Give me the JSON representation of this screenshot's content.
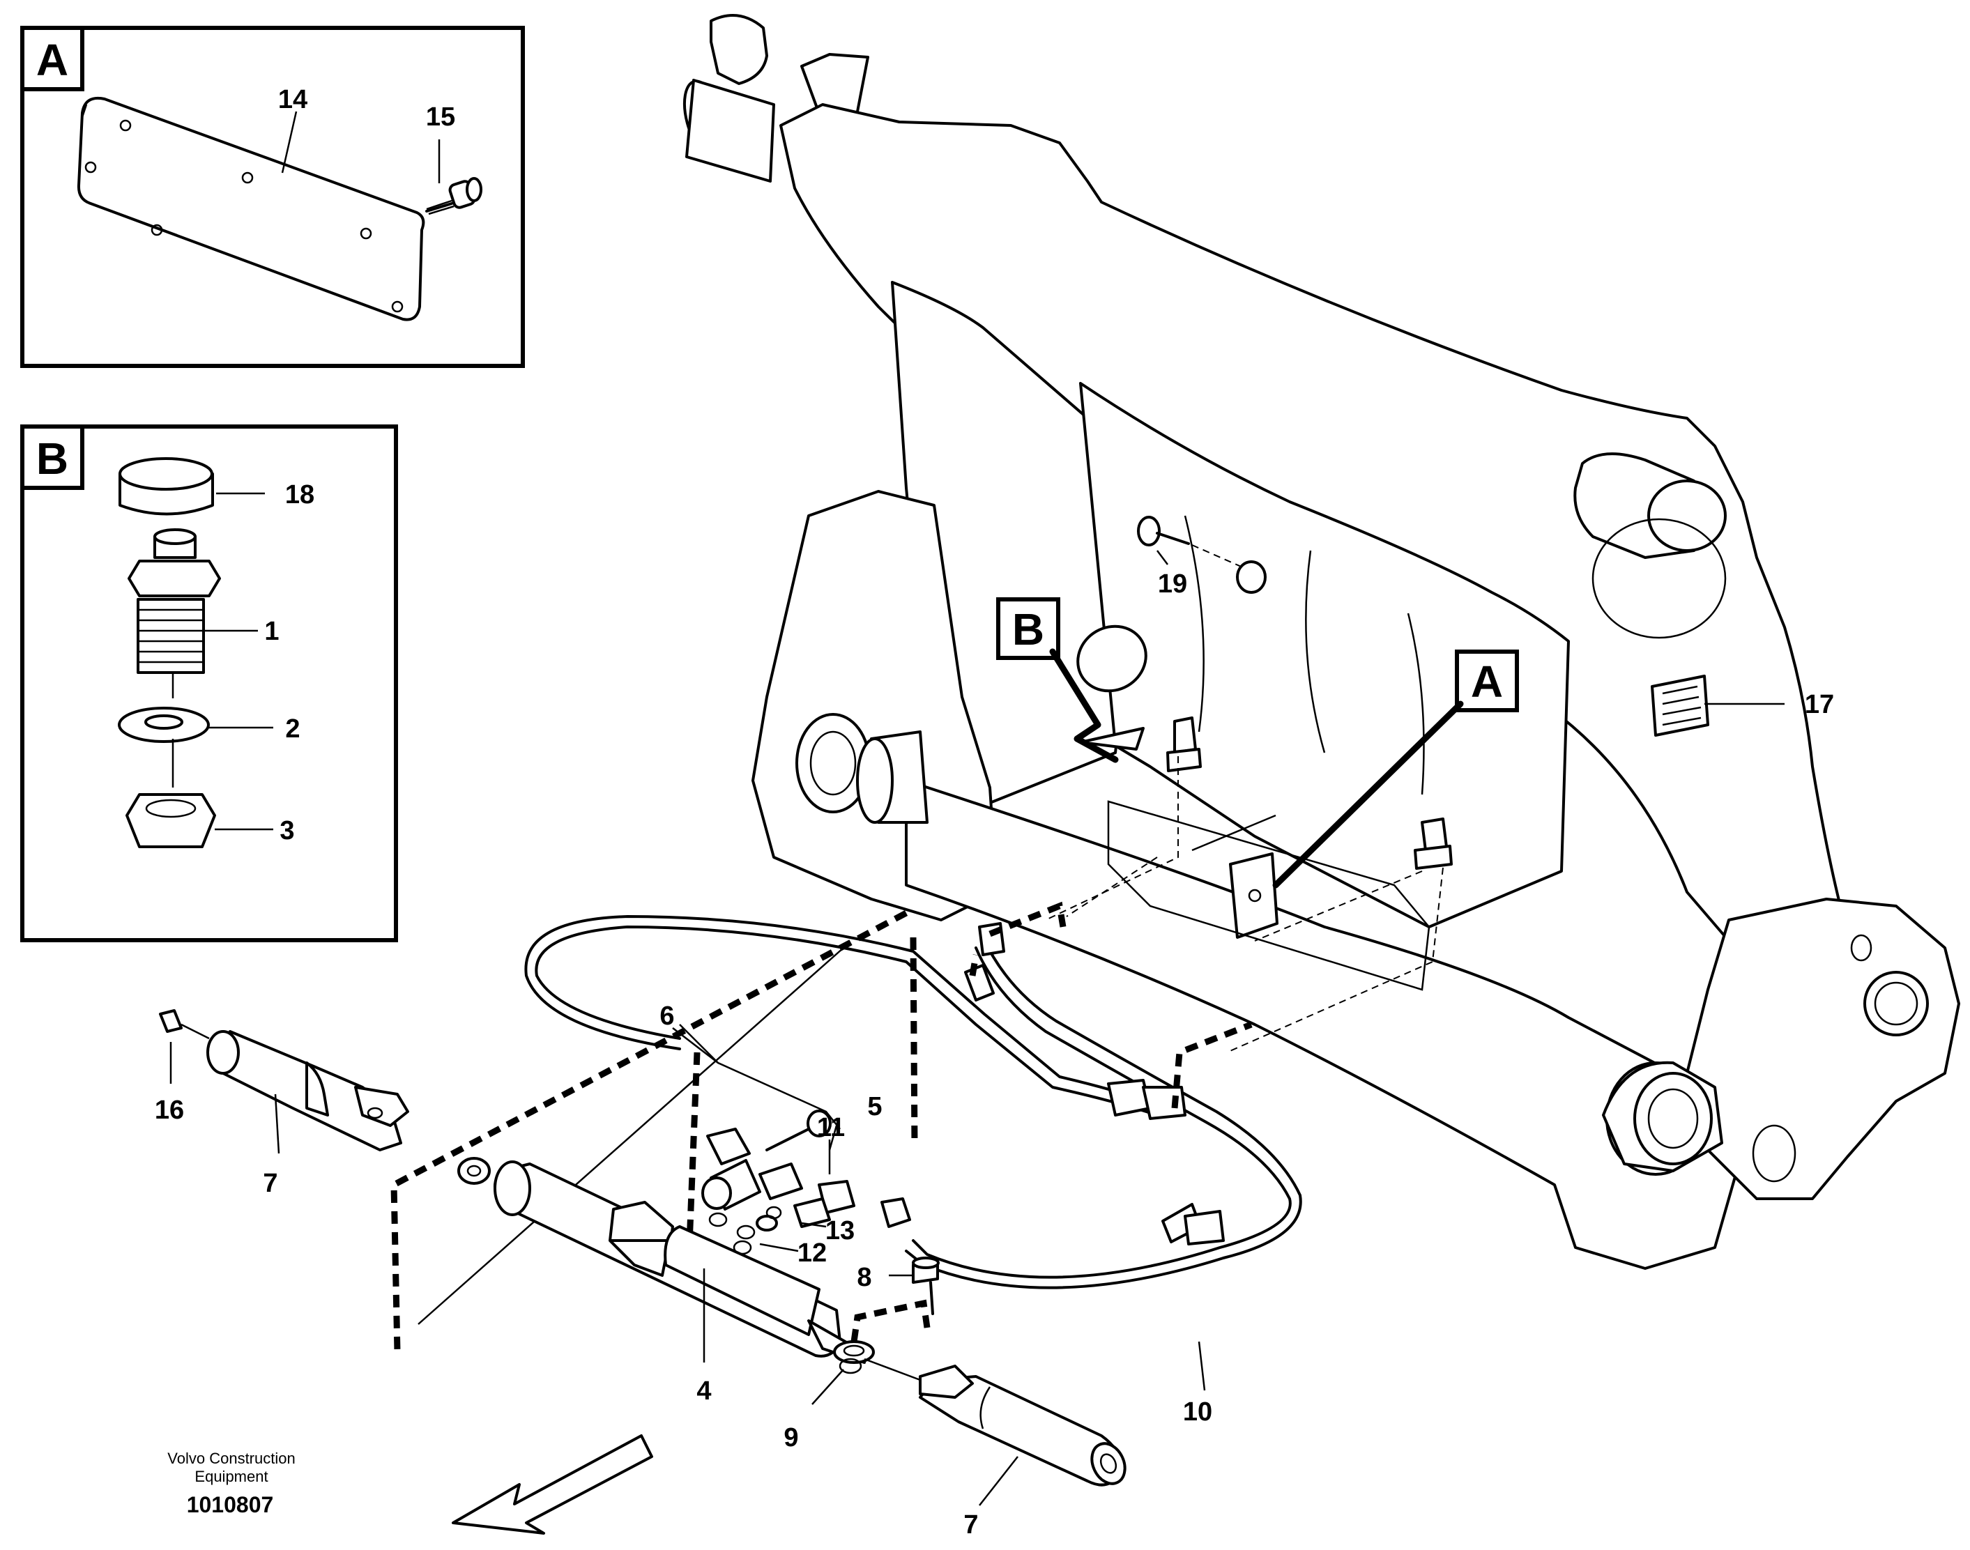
{
  "figure": {
    "company_line1": "Volvo Construction",
    "company_line2": "Equipment",
    "drawing_number": "1010807"
  },
  "detail_views": {
    "a": "A",
    "b": "B"
  },
  "callouts": {
    "c1": "1",
    "c2": "2",
    "c3": "3",
    "c4": "4",
    "c5": "5",
    "c6": "6",
    "c7_upper": "7",
    "c7_lower": "7",
    "c8": "8",
    "c9": "9",
    "c10": "10",
    "c11": "11",
    "c12": "12",
    "c13": "13",
    "c14": "14",
    "c15": "15",
    "c16": "16",
    "c17": "17",
    "c18": "18",
    "c19": "19"
  }
}
